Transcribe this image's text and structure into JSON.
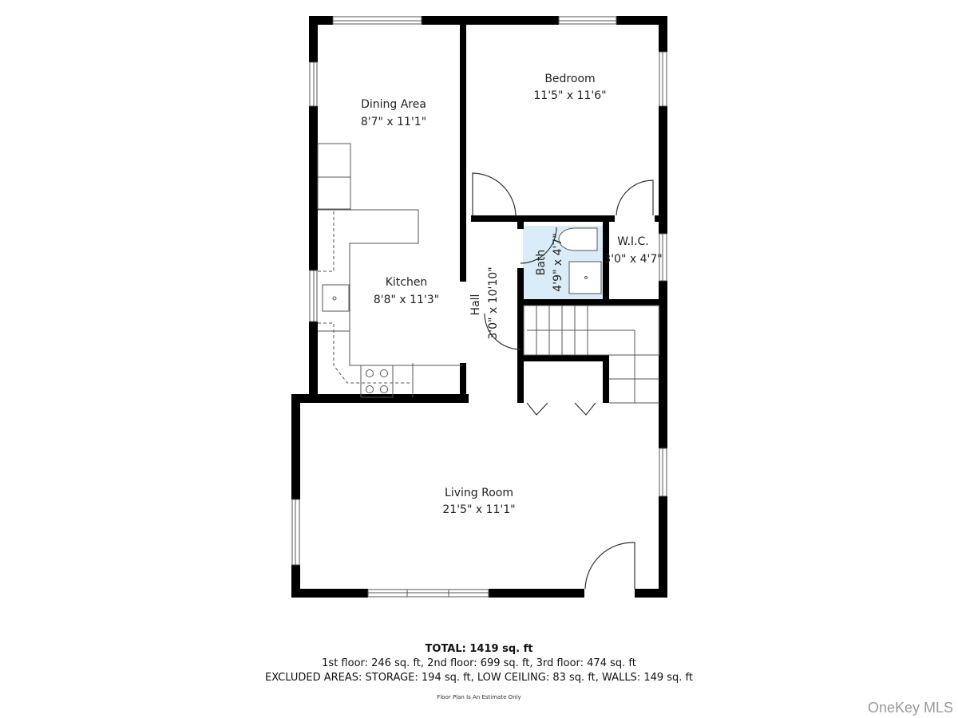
{
  "rooms": {
    "dining": {
      "name": "Dining Area",
      "dims": "8'7\" x 11'1\""
    },
    "bedroom": {
      "name": "Bedroom",
      "dims": "11'5\" x 11'6\""
    },
    "kitchen": {
      "name": "Kitchen",
      "dims": "8'8\" x 11'3\""
    },
    "bath": {
      "name": "Bath",
      "dims": "4'9\" x 4'7\""
    },
    "wic": {
      "name": "W.I.C.",
      "dims": "3'0\" x 4'7\""
    },
    "hall": {
      "name": "Hall",
      "dims": "3'0\" x 10'10\""
    },
    "living": {
      "name": "Living Room",
      "dims": "21'5\" x 11'1\""
    }
  },
  "summary": {
    "total": "TOTAL: 1419 sq. ft",
    "floors": "1st floor: 246 sq. ft, 2nd floor: 699 sq. ft, 3rd floor: 474 sq. ft",
    "excluded": "EXCLUDED AREAS: STORAGE: 194 sq. ft, LOW CEILING: 83 sq. ft, WALLS: 149 sq. ft",
    "disclaimer": "Floor Plan Is An Estimate Only"
  },
  "watermark": "OneKey MLS",
  "colors": {
    "wall": "#000000",
    "bath_fill": "#d9ecf7",
    "fixture_line": "#555555"
  }
}
